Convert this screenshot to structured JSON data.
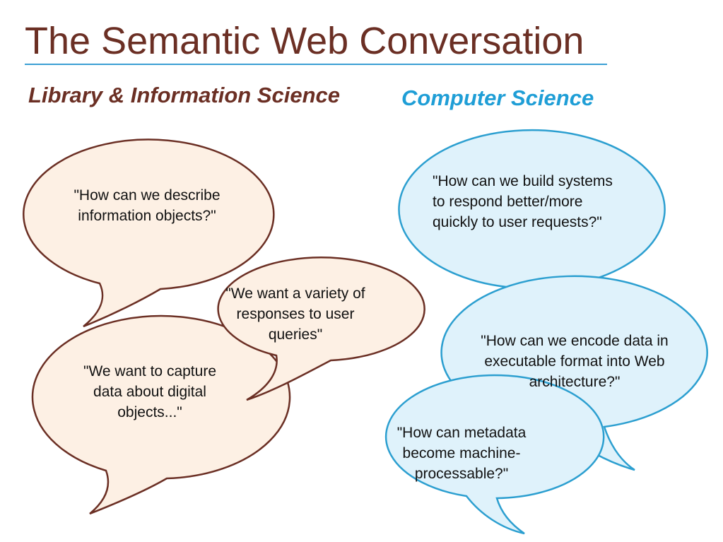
{
  "slide": {
    "title": "The Semantic Web Conversation",
    "heading_lis": "Library & Information Science",
    "heading_cs": "Computer Science",
    "colors": {
      "title": "#6b2f24",
      "rule": "#3a9fd4",
      "lis_fill": "#fdf0e4",
      "lis_stroke": "#6b2f24",
      "cs_fill": "#dff2fb",
      "cs_stroke": "#2c9fd0",
      "cs_heading": "#1f9ed6"
    }
  },
  "bubbles": {
    "lis": [
      {
        "text": "\"How can we describe\ninformation objects?\""
      },
      {
        "text": "\"We want a variety of\nresponses to user\nqueries\""
      },
      {
        "text": "\"We want to capture\ndata about digital\nobjects...\""
      }
    ],
    "cs": [
      {
        "text": "\"How can we build systems\nto respond better/more\nquickly to user requests?\""
      },
      {
        "text": "\"How can we encode data in\nexecutable format into Web\narchitecture?\""
      },
      {
        "text": "\"How can metadata\nbecome machine-\nprocessable?\""
      }
    ]
  }
}
